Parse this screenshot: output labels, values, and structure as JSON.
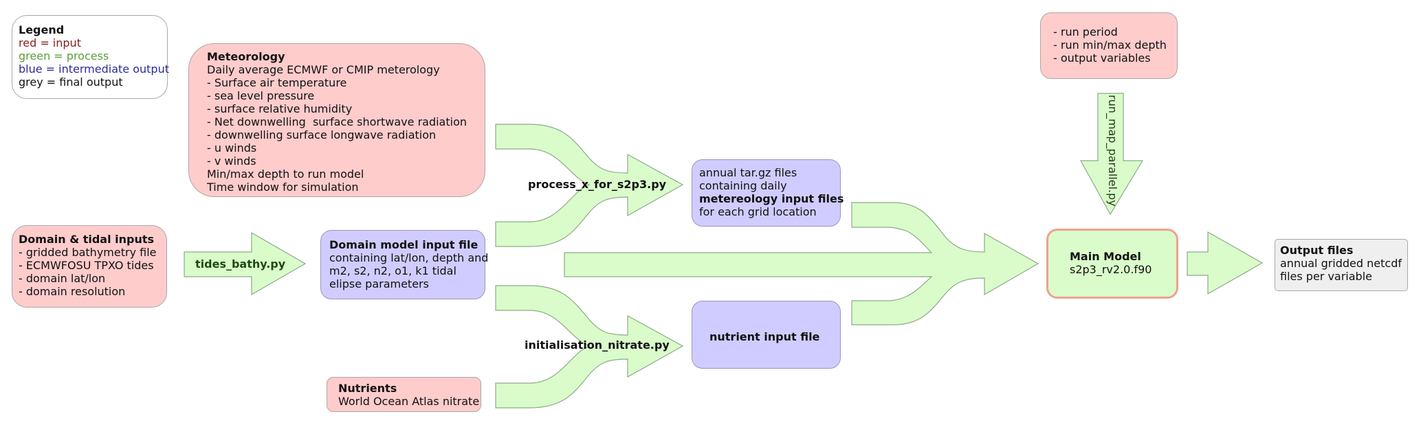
{
  "legend": {
    "title": "Legend",
    "items": [
      {
        "text": "red = input",
        "color": "#8b1a1a"
      },
      {
        "text": "green = process",
        "color": "#5aa03a"
      },
      {
        "text": "blue = intermediate output",
        "color": "#2b2b9a"
      },
      {
        "text": "grey = final output",
        "color": "#111111"
      }
    ]
  },
  "colors": {
    "input_fill": "#ffcccc",
    "process_fill": "#d9fcca",
    "intermediate_fill": "#d0ccff",
    "final_fill": "#efefef",
    "main_model_border": "#f0a090"
  },
  "nodes": {
    "meteorology": {
      "title": "Meteorology",
      "lines": [
        "Daily average ECMWF or CMIP meterology",
        "- Surface air temperature",
        "- sea level pressure",
        "- surface relative humidity",
        "- Net downwelling  surface shortwave radiation",
        "- downwelling surface longwave radiation",
        "- u winds",
        "- v winds",
        "Min/max depth to run model",
        "Time window for simulation"
      ]
    },
    "domain_tidal": {
      "title": "Domain & tidal inputs",
      "lines": [
        "- gridded bathymetry file",
        "- ECMWFOSU TPXO tides",
        "- domain lat/lon",
        "- domain resolution"
      ]
    },
    "domain_model_file": {
      "title": "Domain model input file",
      "lines": [
        "containing lat/lon, depth and",
        "m2, s2, n2, o1, k1 tidal",
        "elipse parameters"
      ]
    },
    "nutrients": {
      "title": "Nutrients",
      "lines": [
        "World Ocean Atlas nitrate"
      ]
    },
    "met_files": {
      "line1": "annual tar.gz files",
      "line2": "containing daily",
      "bold_line": "metereology input files",
      "line4": "for each grid location"
    },
    "nutrient_file": {
      "title": "nutrient input file"
    },
    "run_settings": {
      "lines": [
        "- run period",
        "- run min/max depth",
        "- output variables"
      ]
    },
    "main_model": {
      "title": "Main Model",
      "subtitle": "s2p3_rv2.0.f90"
    },
    "output_files": {
      "title": "Output files",
      "lines": [
        "annual gridded netcdf",
        "files per variable"
      ]
    }
  },
  "processes": {
    "tides_bathy": "tides_bathy.py",
    "process_met": "process_x_for_s2p3.py",
    "init_nitrate": "initialisation_nitrate.py",
    "run_map": "run_map_parallel.py"
  }
}
